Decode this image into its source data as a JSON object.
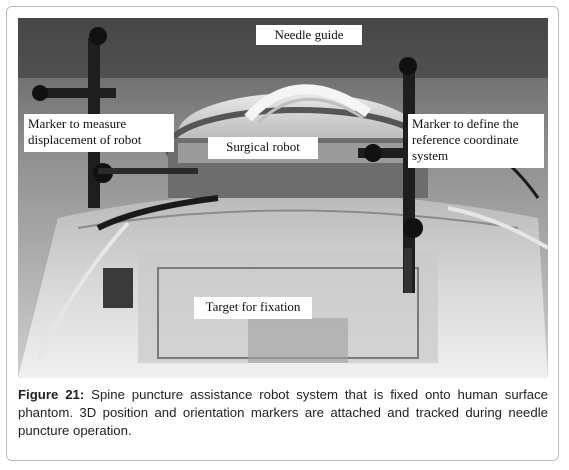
{
  "figure": {
    "labels": {
      "needle_guide": "Needle guide",
      "marker_left_line1": "Marker to measure",
      "marker_left_line2": "displacement of robot",
      "surgical_robot": "Surgical robot",
      "marker_right_line1": "Marker to define the",
      "marker_right_line2": "reference coordinate",
      "marker_right_line3": "system",
      "target": "Target for fixation"
    },
    "caption": {
      "label": "Figure 21:",
      "text": " Spine puncture assistance robot system that is fixed onto human surface phantom. 3D position and orientation markers are attached and tracked during needle puncture operation."
    }
  }
}
